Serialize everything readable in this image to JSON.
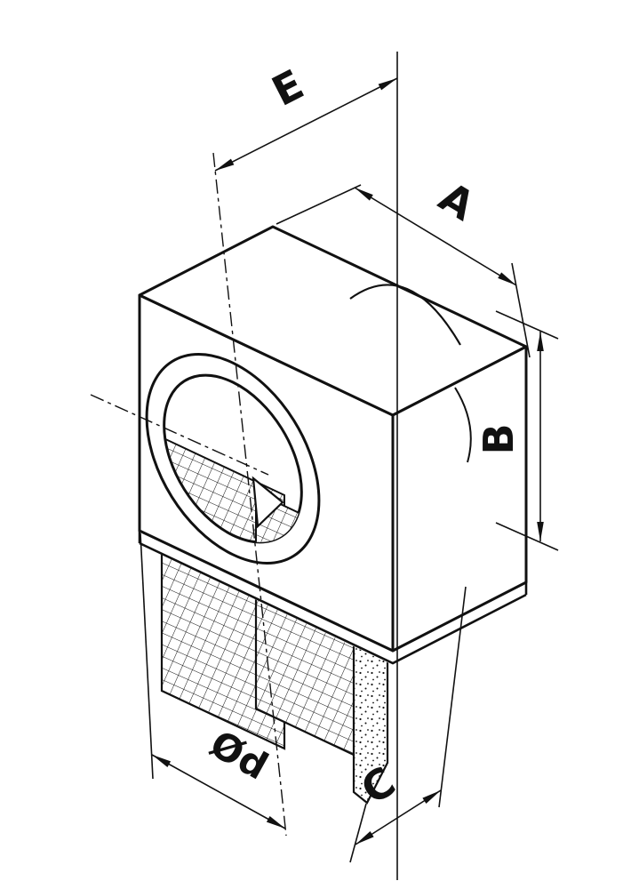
{
  "meta": {
    "background": "#ffffff",
    "ink": "#111111"
  },
  "dimensions": {
    "E": {
      "label": "E"
    },
    "A": {
      "label": "A"
    },
    "B": {
      "label": "B"
    },
    "diameter": {
      "label": "Ød"
    },
    "C": {
      "label": "C"
    }
  }
}
